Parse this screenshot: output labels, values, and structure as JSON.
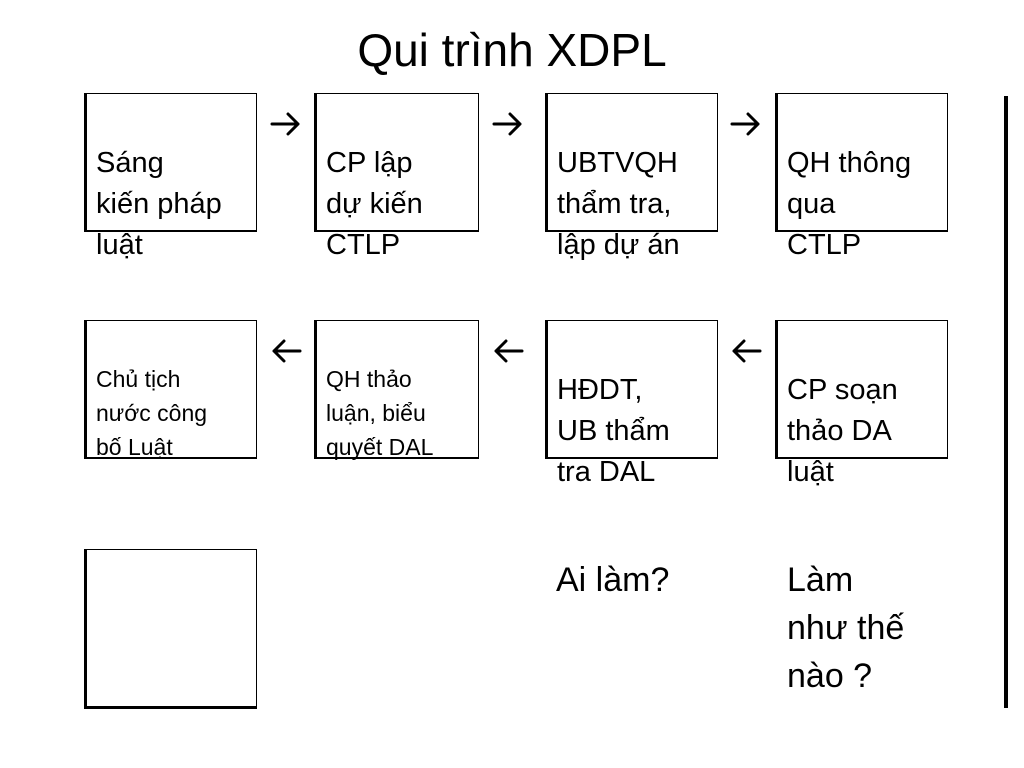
{
  "title": "Qui trình XDPL",
  "row1": [
    {
      "text": "Sáng\nkiến pháp\nluật"
    },
    {
      "text": "CP lập\ndự kiến\nCTLP"
    },
    {
      "text": "UBTVQH\nthẩm tra,\nlập dự án"
    },
    {
      "text": "QH thông\nqua\nCTLP"
    }
  ],
  "row2": [
    {
      "text": "Chủ tịch\nnước công\nbố Luật"
    },
    {
      "text": "QH thảo\nluận, biểu\nquyết DAL"
    },
    {
      "text": "HĐDT,\nUB thẩm\ntra DAL"
    },
    {
      "text": "CP soạn\nthảo DA\nluật"
    }
  ],
  "arrows": {
    "row1_direction": "right",
    "row2_direction": "left",
    "icon_right": "arrow-right-icon",
    "icon_left": "arrow-left-icon"
  },
  "questions": {
    "who": "Ai làm?",
    "how": "Làm\nnhư thế\nnào ?"
  }
}
